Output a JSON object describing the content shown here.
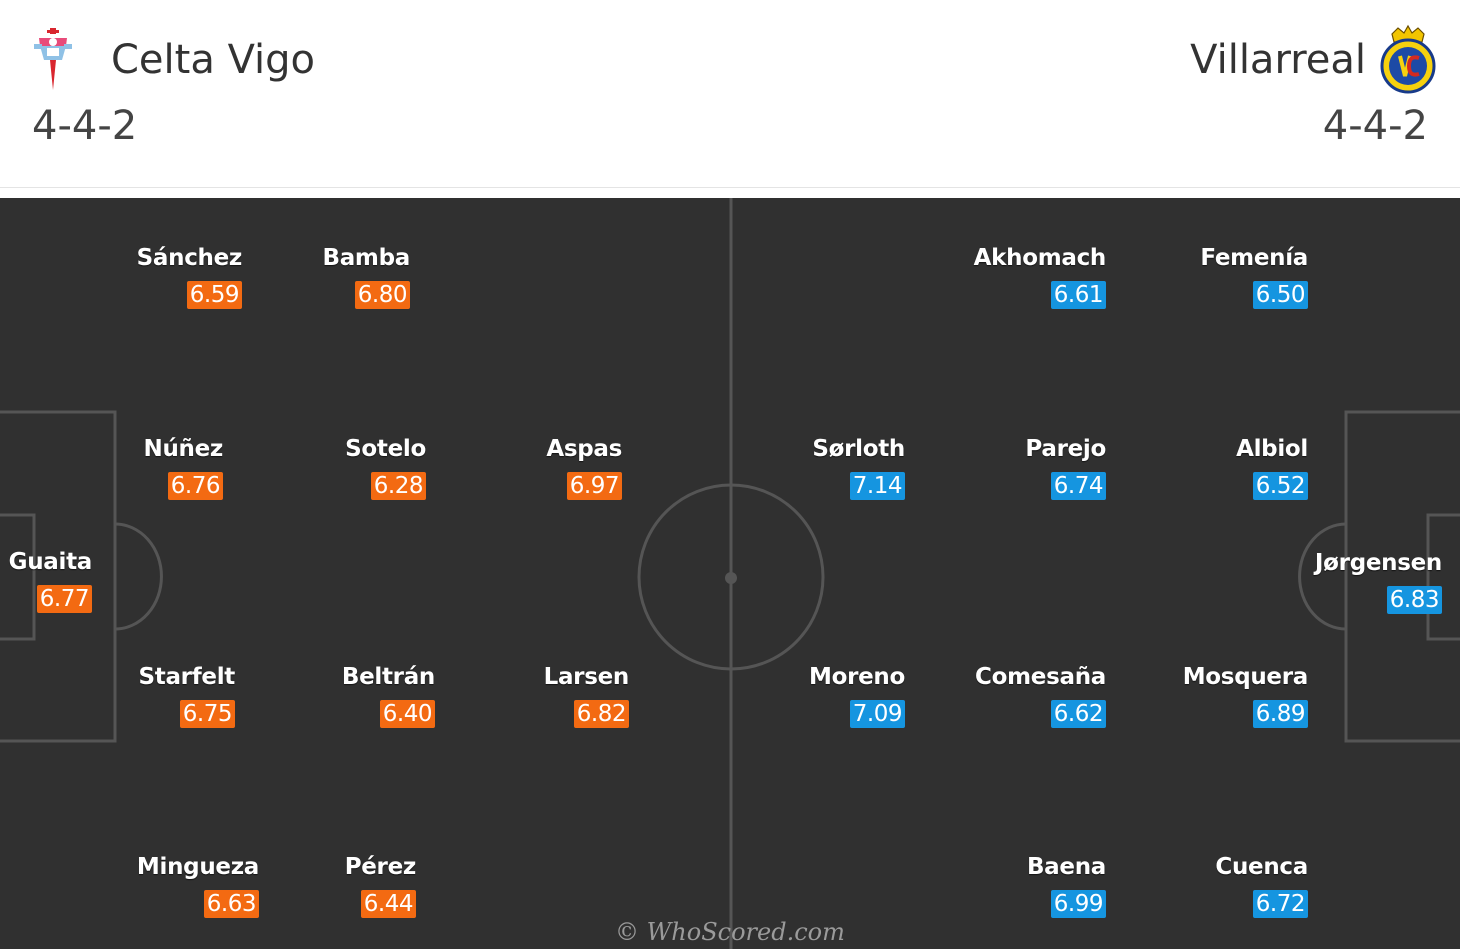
{
  "home": {
    "name": "Celta Vigo",
    "formation": "4-4-2",
    "color": "#f36a12",
    "crest_icon": "celta-vigo-crest-icon",
    "players": [
      {
        "name": "Sánchez",
        "rating": "6.59"
      },
      {
        "name": "Bamba",
        "rating": "6.80"
      },
      {
        "name": "Núñez",
        "rating": "6.76"
      },
      {
        "name": "Sotelo",
        "rating": "6.28"
      },
      {
        "name": "Aspas",
        "rating": "6.97"
      },
      {
        "name": "Guaita",
        "rating": "6.77"
      },
      {
        "name": "Starfelt",
        "rating": "6.75"
      },
      {
        "name": "Beltrán",
        "rating": "6.40"
      },
      {
        "name": "Larsen",
        "rating": "6.82"
      },
      {
        "name": "Mingueza",
        "rating": "6.63"
      },
      {
        "name": "Pérez",
        "rating": "6.44"
      }
    ]
  },
  "away": {
    "name": "Villarreal",
    "formation": "4-4-2",
    "color": "#1595e0",
    "crest_icon": "villarreal-crest-icon",
    "players": [
      {
        "name": "Akhomach",
        "rating": "6.61"
      },
      {
        "name": "Femenía",
        "rating": "6.50"
      },
      {
        "name": "Sørloth",
        "rating": "7.14"
      },
      {
        "name": "Parejo",
        "rating": "6.74"
      },
      {
        "name": "Albiol",
        "rating": "6.52"
      },
      {
        "name": "Jørgensen",
        "rating": "6.83"
      },
      {
        "name": "Moreno",
        "rating": "7.09"
      },
      {
        "name": "Comesaña",
        "rating": "6.62"
      },
      {
        "name": "Mosquera",
        "rating": "6.89"
      },
      {
        "name": "Baena",
        "rating": "6.99"
      },
      {
        "name": "Cuenca",
        "rating": "6.72"
      }
    ]
  },
  "pitch_color": "#303030",
  "watermark": "© WhoScored.com"
}
